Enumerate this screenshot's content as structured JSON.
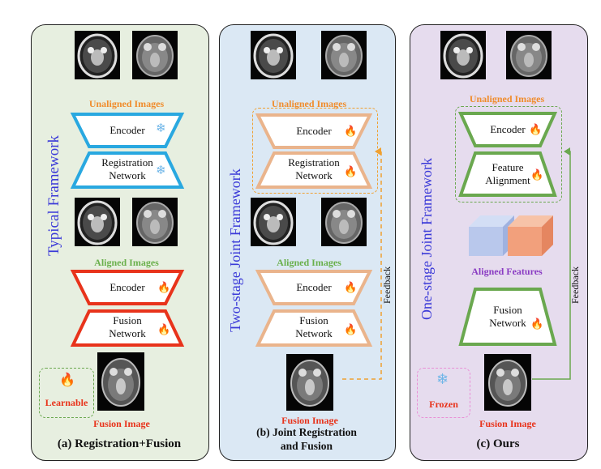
{
  "panels": {
    "a": {
      "unaligned_label": "Unaligned Images",
      "framework_label": "Typical Framework",
      "encoder1": "Encoder",
      "reg_line1": "Registration",
      "reg_line2": "Network",
      "aligned_label": "Aligned Images",
      "encoder2": "Encoder",
      "fusion_line1": "Fusion",
      "fusion_line2": "Network",
      "legend_label": "Learnable",
      "fusion_image_label": "Fusion Image",
      "caption": "(a) Registration+Fusion"
    },
    "b": {
      "unaligned_label": "Unaligned Images",
      "framework_label": "Two-stage Joint Framework",
      "encoder1": "Encoder",
      "reg_line1": "Registration",
      "reg_line2": "Network",
      "aligned_label": "Aligned Images",
      "encoder2": "Encoder",
      "fusion_line1": "Fusion",
      "fusion_line2": "Network",
      "feedback": "Feedback",
      "fusion_image_label": "Fusion Image",
      "caption_line1": "(b) Joint Registration",
      "caption_line2": "and Fusion"
    },
    "c": {
      "unaligned_label": "Unaligned Images",
      "framework_label": "One-stage Joint Framework",
      "encoder1": "Encoder",
      "align_line1": "Feature",
      "align_line2": "Alignment",
      "aligned_features_label": "Aligned Features",
      "fusion_line1": "Fusion",
      "fusion_line2": "Network",
      "feedback": "Feedback",
      "legend_label": "Frozen",
      "fusion_image_label": "Fusion Image",
      "caption": "(c) Ours"
    }
  },
  "colors": {
    "frozen_blue": "#29a8e0",
    "learnable_red": "#e8331b",
    "peach": "#eab48c",
    "green": "#6aa84f",
    "orange_dash": "#f0a030",
    "pink_dash": "#e98fd6"
  },
  "icons": {
    "frozen": "snowflake-icon",
    "learnable": "flame-icon"
  }
}
